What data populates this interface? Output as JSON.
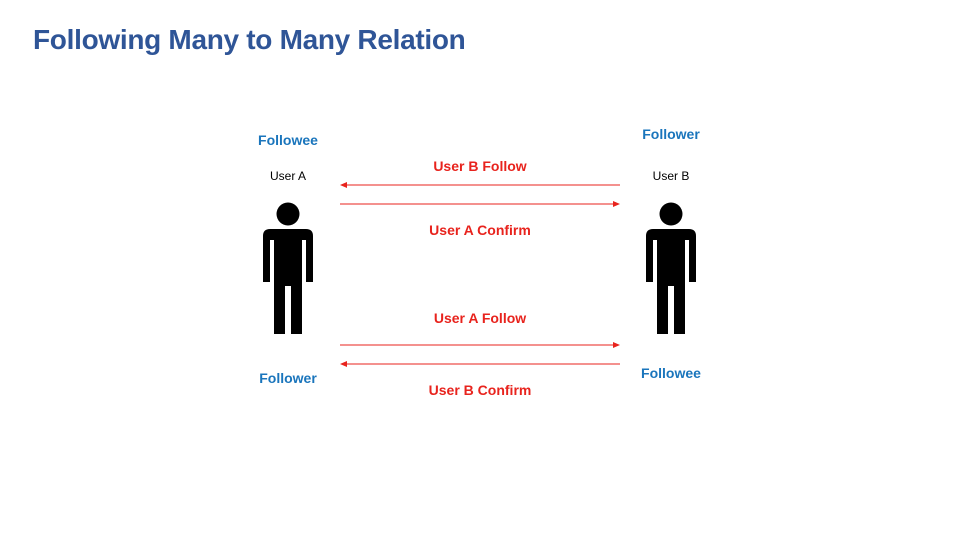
{
  "title": "Following Many to Many Relation",
  "user_a": {
    "name": "User A",
    "top_role": "Followee",
    "bottom_role": "Follower"
  },
  "user_b": {
    "name": "User B",
    "top_role": "Follower",
    "bottom_role": "Followee"
  },
  "messages": {
    "b_follow": "User B Follow",
    "a_confirm": "User A Confirm",
    "a_follow": "User A Follow",
    "b_confirm": "User B Confirm"
  },
  "colors": {
    "title": "#2f5597",
    "role": "#1a75bc",
    "message": "#e8231d",
    "person": "#000000"
  },
  "icons": [
    "person-icon"
  ]
}
